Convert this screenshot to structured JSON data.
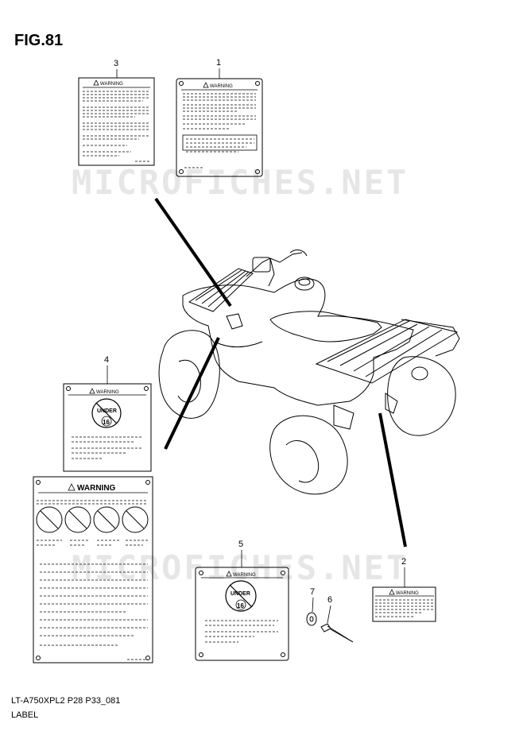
{
  "figure": {
    "title": "FIG.81"
  },
  "watermark": {
    "text": "MICROFICHES.NET"
  },
  "callouts": [
    "1",
    "2",
    "3",
    "4",
    "5",
    "6",
    "7"
  ],
  "labels": {
    "warning": "WARNING",
    "under": "UNDER",
    "age": "16"
  },
  "footer": {
    "model_code": "LT-A750XPL2 P28 P33_081",
    "section": "LABEL"
  },
  "colors": {
    "line": "#000000",
    "watermark": "#e6e6e6",
    "background": "#ffffff"
  }
}
